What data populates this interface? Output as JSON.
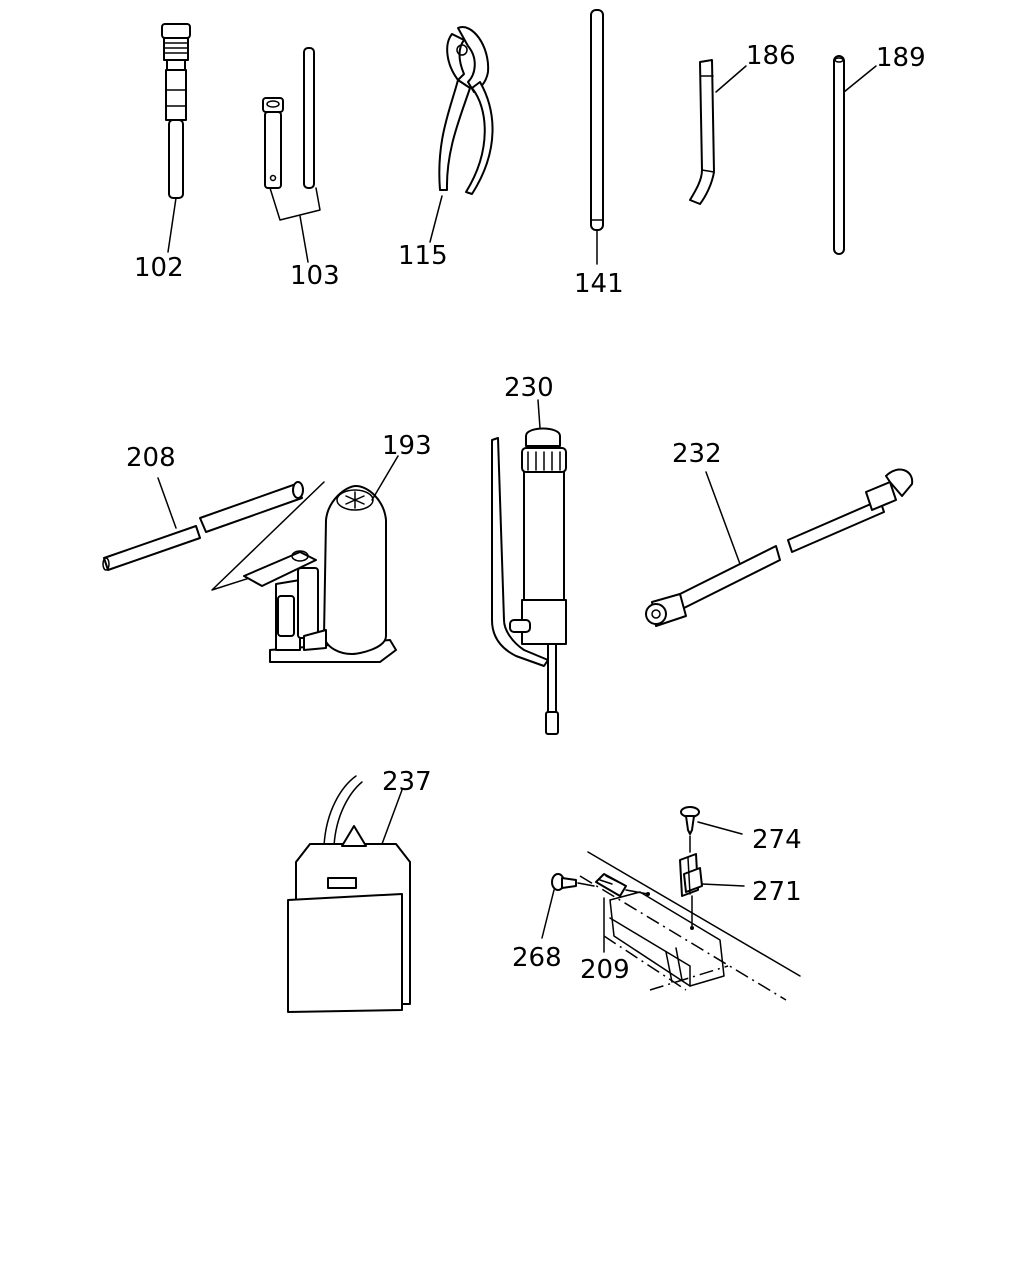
{
  "parts": [
    {
      "key": "p102",
      "label": "102",
      "icon": "connector-tube-icon"
    },
    {
      "key": "p103",
      "label": "103",
      "icon": "box-wrench-set-icon"
    },
    {
      "key": "p115",
      "label": "115",
      "icon": "pliers-icon"
    },
    {
      "key": "p141",
      "label": "141",
      "icon": "rod-icon"
    },
    {
      "key": "p186",
      "label": "186",
      "icon": "tire-lever-icon"
    },
    {
      "key": "p189",
      "label": "189",
      "icon": "bar-icon"
    },
    {
      "key": "p208",
      "label": "208",
      "icon": "jack-handle-icon"
    },
    {
      "key": "p193",
      "label": "193",
      "icon": "bottle-jack-icon"
    },
    {
      "key": "p230",
      "label": "230",
      "icon": "grease-gun-icon"
    },
    {
      "key": "p232",
      "label": "232",
      "icon": "hose-icon"
    },
    {
      "key": "p237",
      "label": "237",
      "icon": "tool-bag-icon"
    },
    {
      "key": "p274",
      "label": "274",
      "icon": "screw-icon"
    },
    {
      "key": "p271",
      "label": "271",
      "icon": "clip-icon"
    },
    {
      "key": "p268",
      "label": "268",
      "icon": "bolt-icon"
    },
    {
      "key": "p209",
      "label": "209",
      "icon": "bracket-icon"
    }
  ]
}
